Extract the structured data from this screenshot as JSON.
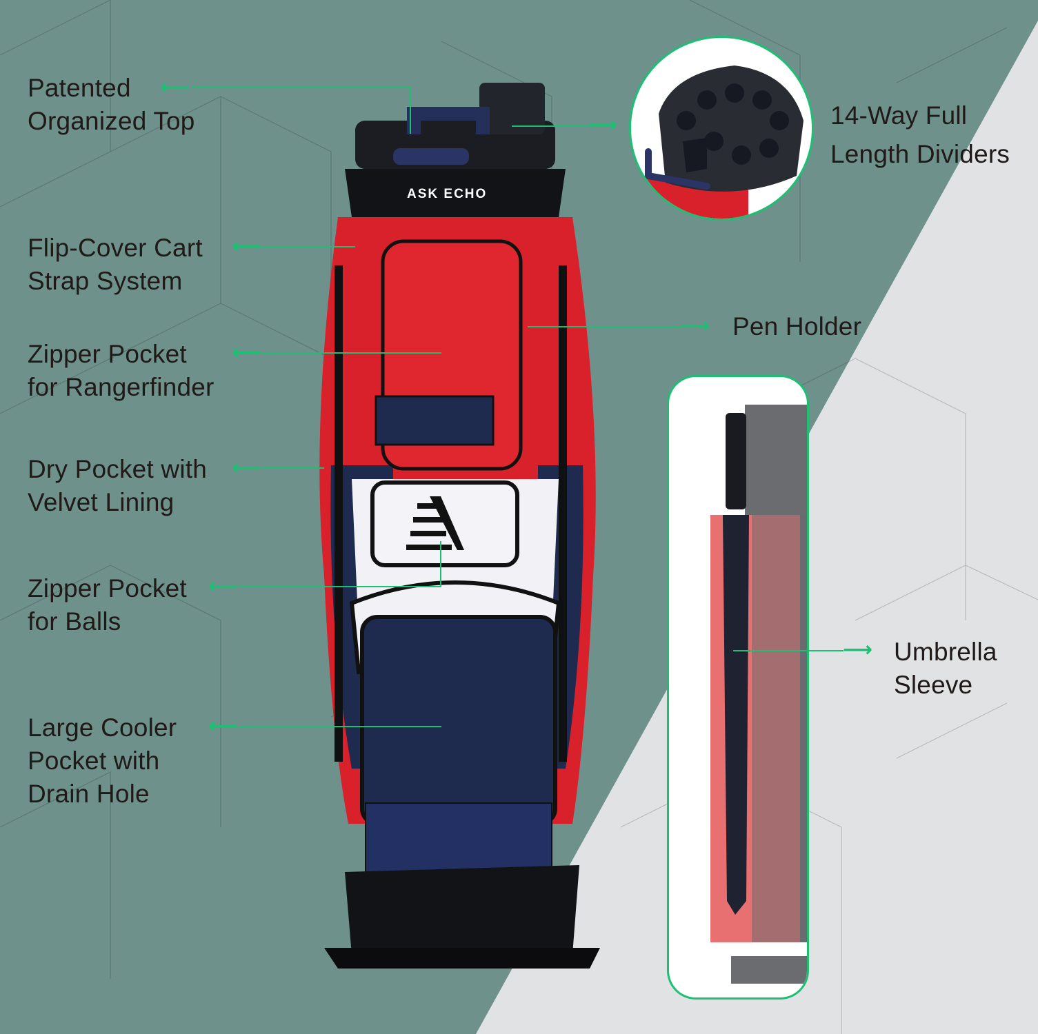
{
  "colors": {
    "background_teal": "#6f918b",
    "background_light": "#e1e2e4",
    "accent_green": "#1dbf73",
    "text": "#1f1a17",
    "bag_red": "#d8212b",
    "bag_navy": "#1f2a4f",
    "bag_white": "#f2f2f6",
    "bag_black": "#111113"
  },
  "product": {
    "brand_text": "ASK ECHO",
    "logo_icon": "ae-logo-icon"
  },
  "callouts_left": [
    {
      "id": "organized-top",
      "lines": [
        "Patented",
        "Organized Top"
      ]
    },
    {
      "id": "cart-strap",
      "lines": [
        "Flip-Cover Cart",
        "Strap System"
      ]
    },
    {
      "id": "rangefinder-pocket",
      "lines": [
        "Zipper Pocket",
        "for Rangerfinder"
      ]
    },
    {
      "id": "dry-pocket",
      "lines": [
        "Dry Pocket with",
        "Velvet Lining"
      ]
    },
    {
      "id": "ball-pocket",
      "lines": [
        "Zipper Pocket",
        "for Balls"
      ]
    },
    {
      "id": "cooler-pocket",
      "lines": [
        "Large Cooler",
        "Pocket with",
        "Drain Hole"
      ]
    }
  ],
  "callouts_right": [
    {
      "id": "dividers",
      "lines": [
        "14-Way Full",
        "Length Dividers"
      ]
    },
    {
      "id": "pen-holder",
      "lines": [
        "Pen Holder"
      ]
    },
    {
      "id": "umbrella-sleeve",
      "lines": [
        "Umbrella",
        "Sleeve"
      ]
    }
  ],
  "arrow_glyphs": {
    "left": "⟵",
    "right": "⟶"
  }
}
